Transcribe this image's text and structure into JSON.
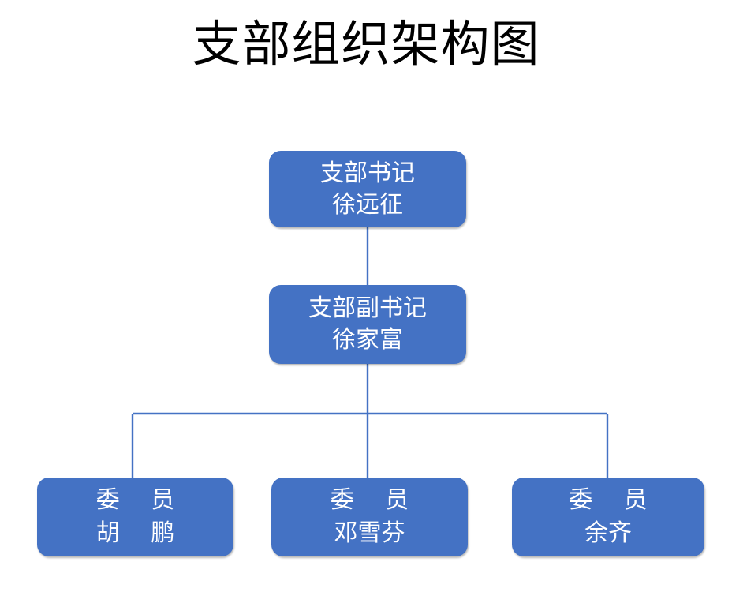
{
  "page": {
    "title": "支部组织架构图",
    "background_color": "#FFFFFF"
  },
  "theme": {
    "node_fill": "#4472C4",
    "node_text_color": "#FFFFFF",
    "connector_color": "#4472C4",
    "title_color": "#000000"
  },
  "chart_data": {
    "type": "diagram",
    "diagram_type": "organization-chart",
    "title": "支部组织架构图",
    "orientation": "top-down",
    "nodes": [
      {
        "id": "secretary",
        "role": "支部书记",
        "name": "徐远征",
        "level": 1,
        "parent": null
      },
      {
        "id": "deputy",
        "role": "支部副书记",
        "name": "徐家富",
        "level": 2,
        "parent": "secretary"
      },
      {
        "id": "member-1",
        "role": "委 员",
        "name": "胡 鹏",
        "level": 3,
        "parent": "deputy"
      },
      {
        "id": "member-2",
        "role": "委 员",
        "name": "邓雪芬",
        "level": 3,
        "parent": "deputy"
      },
      {
        "id": "member-3",
        "role": "委 员",
        "name": "余齐",
        "level": 3,
        "parent": "deputy"
      }
    ],
    "edges": [
      {
        "from": "secretary",
        "to": "deputy"
      },
      {
        "from": "deputy",
        "to": "member-1"
      },
      {
        "from": "deputy",
        "to": "member-2"
      },
      {
        "from": "deputy",
        "to": "member-3"
      }
    ]
  }
}
